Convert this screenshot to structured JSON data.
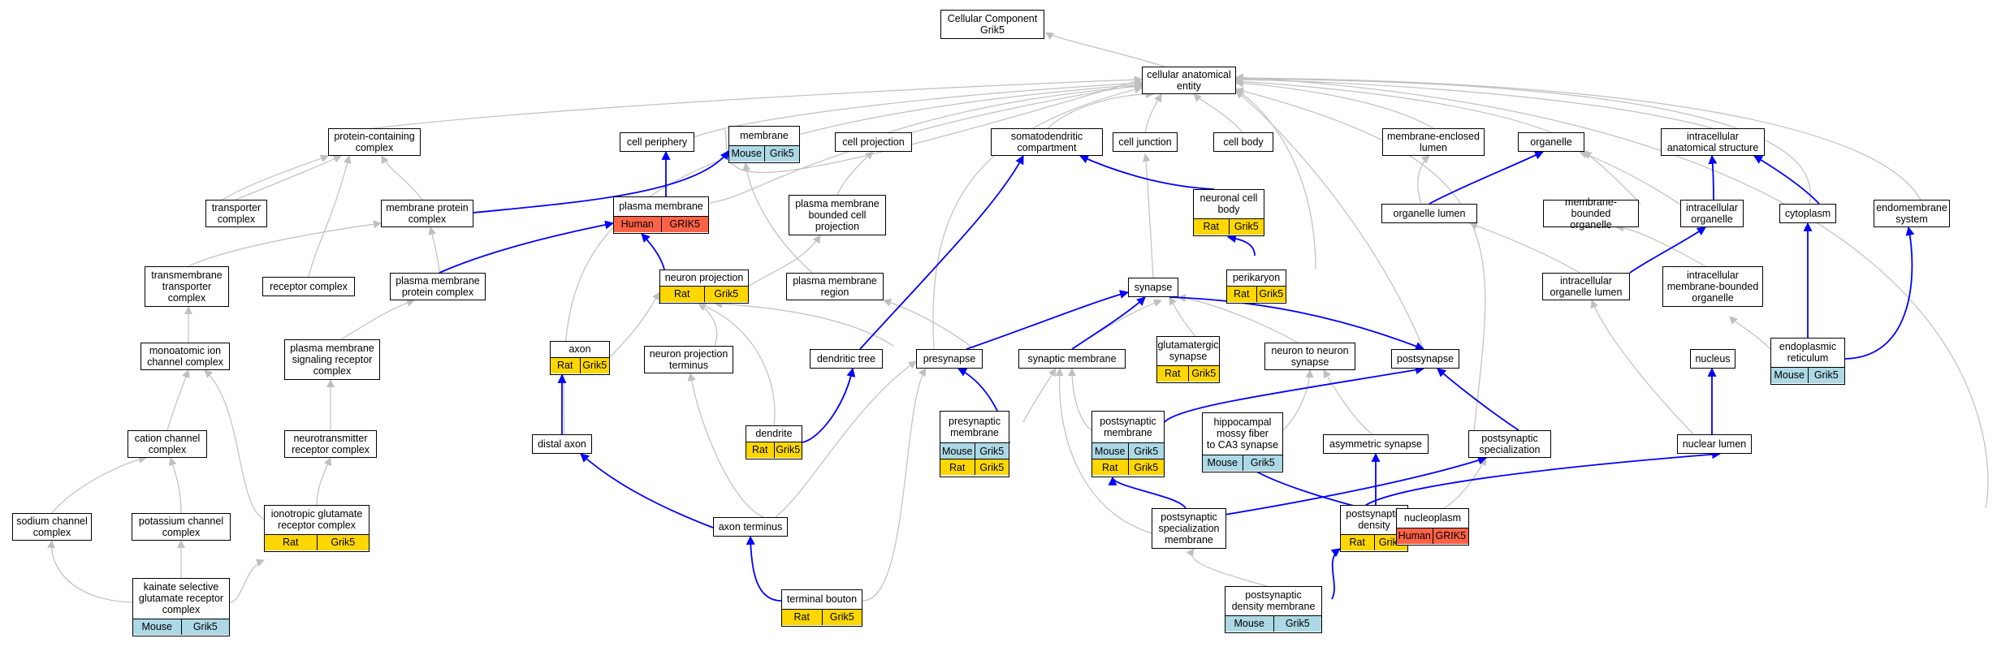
{
  "colors": {
    "is_a_edge": "#c0c0c0",
    "part_of_edge": "#0000ff",
    "node_border": "#000000",
    "mouse": "#add8e6",
    "rat": "#ffd700",
    "human": "#ff6347"
  },
  "nodes": [
    {
      "id": "root",
      "label": "Cellular Component\nGrik5"
    },
    {
      "id": "cae",
      "label": "cellular anatomical\nentity"
    },
    {
      "id": "pcc",
      "label": "protein-containing\ncomplex"
    },
    {
      "id": "cellper",
      "label": "cell periphery"
    },
    {
      "id": "membrane",
      "label": "membrane",
      "cells": [
        {
          "text": "Mouse",
          "org": "mouse"
        },
        {
          "text": "Grik5",
          "org": "mouse"
        }
      ]
    },
    {
      "id": "cellproj",
      "label": "cell projection"
    },
    {
      "id": "somato",
      "label": "somatodendritic\ncompartment"
    },
    {
      "id": "celljunc",
      "label": "cell junction"
    },
    {
      "id": "cellbody",
      "label": "cell body"
    },
    {
      "id": "melumen",
      "label": "membrane-enclosed\nlumen"
    },
    {
      "id": "organelle",
      "label": "organelle"
    },
    {
      "id": "intraanat",
      "label": "intracellular\nanatomical structure"
    },
    {
      "id": "transporter",
      "label": "transporter\ncomplex"
    },
    {
      "id": "mpc",
      "label": "membrane protein\ncomplex"
    },
    {
      "id": "plasmamem",
      "label": "plasma membrane",
      "cells": [
        {
          "text": "Human",
          "org": "human"
        },
        {
          "text": "GRIK5",
          "org": "human"
        }
      ]
    },
    {
      "id": "pmbcp",
      "label": "plasma membrane\nbounded cell\nprojection"
    },
    {
      "id": "ncb",
      "label": "neuronal cell\nbody",
      "cells": [
        {
          "text": "Rat",
          "org": "rat"
        },
        {
          "text": "Grik5",
          "org": "rat"
        }
      ]
    },
    {
      "id": "orglumen",
      "label": "organelle lumen"
    },
    {
      "id": "mbo",
      "label": "membrane-bounded\norganelle"
    },
    {
      "id": "intraorg",
      "label": "intracellular\norganelle"
    },
    {
      "id": "cytoplasm",
      "label": "cytoplasm"
    },
    {
      "id": "endomem",
      "label": "endomembrane\nsystem"
    },
    {
      "id": "tmtc",
      "label": "transmembrane\ntransporter\ncomplex"
    },
    {
      "id": "recc",
      "label": "receptor complex"
    },
    {
      "id": "pmpc",
      "label": "plasma membrane\nprotein complex"
    },
    {
      "id": "neuproj",
      "label": "neuron projection",
      "cells": [
        {
          "text": "Rat",
          "org": "rat"
        },
        {
          "text": "Grik5",
          "org": "rat"
        }
      ]
    },
    {
      "id": "pmregion",
      "label": "plasma membrane\nregion"
    },
    {
      "id": "synapse",
      "label": "synapse"
    },
    {
      "id": "perikaryon",
      "label": "perikaryon",
      "cells": [
        {
          "text": "Rat",
          "org": "rat"
        },
        {
          "text": "Grik5",
          "org": "rat"
        }
      ]
    },
    {
      "id": "iol",
      "label": "intracellular\norganelle lumen"
    },
    {
      "id": "imbo",
      "label": "intracellular\nmembrane-bounded\norganelle"
    },
    {
      "id": "micc",
      "label": "monoatomic ion\nchannel complex"
    },
    {
      "id": "pmsrc",
      "label": "plasma membrane\nsignaling receptor\ncomplex"
    },
    {
      "id": "axon",
      "label": "axon",
      "cells": [
        {
          "text": "Rat",
          "org": "rat"
        },
        {
          "text": "Grik5",
          "org": "rat"
        }
      ]
    },
    {
      "id": "npt",
      "label": "neuron projection\nterminus"
    },
    {
      "id": "dendtree",
      "label": "dendritic tree"
    },
    {
      "id": "presyn",
      "label": "presynapse"
    },
    {
      "id": "synmem",
      "label": "synaptic membrane"
    },
    {
      "id": "glusyn",
      "label": "glutamatergic\nsynapse",
      "cells": [
        {
          "text": "Rat",
          "org": "rat"
        },
        {
          "text": "Grik5",
          "org": "rat"
        }
      ]
    },
    {
      "id": "n2n",
      "label": "neuron to neuron\nsynapse"
    },
    {
      "id": "postsyn",
      "label": "postsynapse"
    },
    {
      "id": "nucleus",
      "label": "nucleus"
    },
    {
      "id": "er",
      "label": "endoplasmic\nreticulum",
      "cells": [
        {
          "text": "Mouse",
          "org": "mouse"
        },
        {
          "text": "Grik5",
          "org": "mouse"
        }
      ]
    },
    {
      "id": "ccc",
      "label": "cation channel\ncomplex"
    },
    {
      "id": "nrc",
      "label": "neurotransmitter\nreceptor complex"
    },
    {
      "id": "distaxon",
      "label": "distal axon"
    },
    {
      "id": "dendrite",
      "label": "dendrite",
      "cells": [
        {
          "text": "Rat",
          "org": "rat"
        },
        {
          "text": "Grik5",
          "org": "rat"
        }
      ]
    },
    {
      "id": "presynmem",
      "label": "presynaptic\nmembrane",
      "rows": [
        [
          {
            "text": "Mouse",
            "org": "mouse"
          },
          {
            "text": "Grik5",
            "org": "mouse"
          }
        ],
        [
          {
            "text": "Rat",
            "org": "rat"
          },
          {
            "text": "Grik5",
            "org": "rat"
          }
        ]
      ]
    },
    {
      "id": "postsynmem",
      "label": "postsynaptic\nmembrane",
      "rows": [
        [
          {
            "text": "Mouse",
            "org": "mouse"
          },
          {
            "text": "Grik5",
            "org": "mouse"
          }
        ],
        [
          {
            "text": "Rat",
            "org": "rat"
          },
          {
            "text": "Grik5",
            "org": "rat"
          }
        ]
      ]
    },
    {
      "id": "hmf",
      "label": "hippocampal\nmossy fiber\nto CA3 synapse",
      "cells": [
        {
          "text": "Mouse",
          "org": "mouse"
        },
        {
          "text": "Grik5",
          "org": "mouse"
        }
      ]
    },
    {
      "id": "asymsyn",
      "label": "asymmetric synapse"
    },
    {
      "id": "pss",
      "label": "postsynaptic\nspecialization"
    },
    {
      "id": "nuclumen",
      "label": "nuclear lumen"
    },
    {
      "id": "scc",
      "label": "sodium channel\ncomplex"
    },
    {
      "id": "pcc2",
      "label": "potassium channel\ncomplex"
    },
    {
      "id": "igrc",
      "label": "ionotropic glutamate\nreceptor complex",
      "cells": [
        {
          "text": "Rat",
          "org": "rat"
        },
        {
          "text": "Grik5",
          "org": "rat"
        }
      ]
    },
    {
      "id": "axonterm",
      "label": "axon terminus"
    },
    {
      "id": "pssm",
      "label": "postsynaptic\nspecialization\nmembrane"
    },
    {
      "id": "psd",
      "label": "postsynaptic\ndensity",
      "cells": [
        {
          "text": "Rat",
          "org": "rat"
        },
        {
          "text": "Grik5",
          "org": "rat"
        }
      ]
    },
    {
      "id": "nucleoplasm",
      "label": "nucleoplasm",
      "cells": [
        {
          "text": "Human",
          "org": "human"
        },
        {
          "text": "GRIK5",
          "org": "human"
        }
      ]
    },
    {
      "id": "ksgrc",
      "label": "kainate selective\nglutamate receptor\ncomplex",
      "cells": [
        {
          "text": "Mouse",
          "org": "mouse"
        },
        {
          "text": "Grik5",
          "org": "mouse"
        }
      ]
    },
    {
      "id": "termbouton",
      "label": "terminal bouton",
      "cells": [
        {
          "text": "Rat",
          "org": "rat"
        },
        {
          "text": "Grik5",
          "org": "rat"
        }
      ]
    },
    {
      "id": "psdm",
      "label": "postsynaptic\ndensity membrane",
      "cells": [
        {
          "text": "Mouse",
          "org": "mouse"
        },
        {
          "text": "Grik5",
          "org": "mouse"
        }
      ]
    }
  ]
}
